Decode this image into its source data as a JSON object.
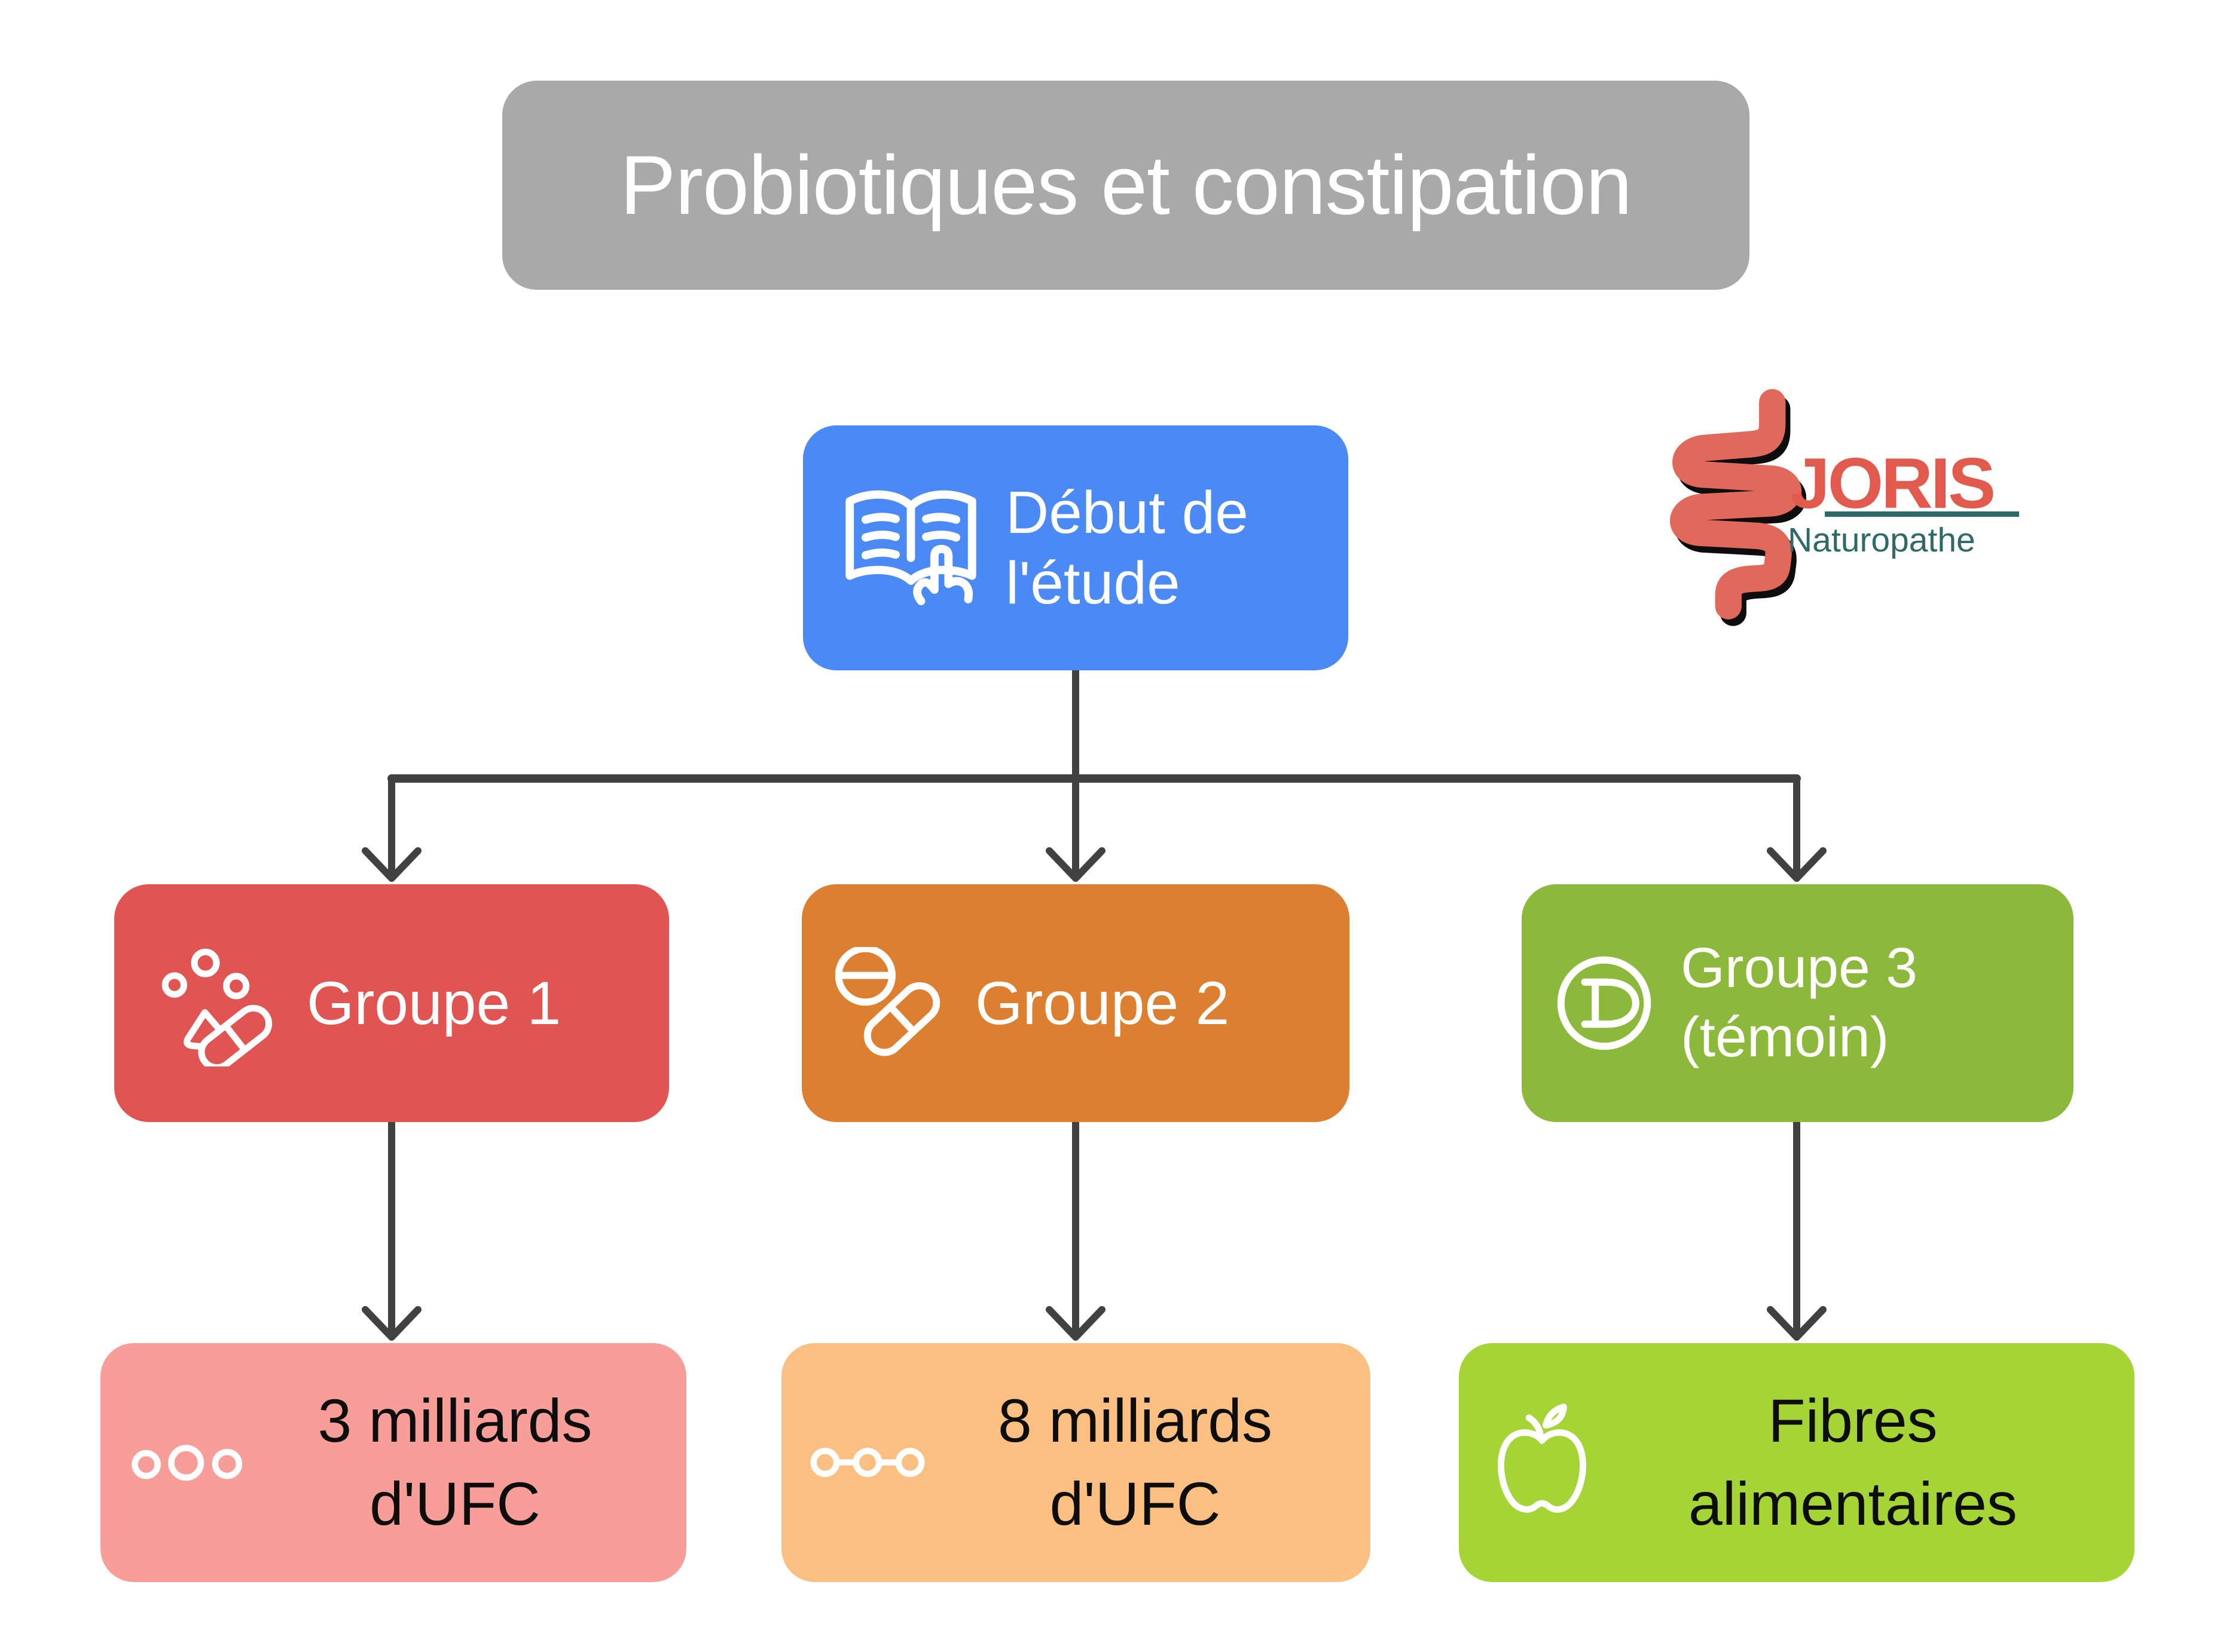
{
  "title": "Probiotiques et constipation",
  "brand": {
    "name": "JORIS",
    "tagline": "Naturopathe"
  },
  "flow": {
    "root": {
      "line1": "Début de",
      "line2": "l'étude",
      "icon": "open-book-icon"
    },
    "groups": [
      {
        "label": "Groupe 1",
        "sublabel": "",
        "icon": "probiotics-icon"
      },
      {
        "label": "Groupe 2",
        "sublabel": "",
        "icon": "pills-icon"
      },
      {
        "label": "Groupe 3",
        "sublabel": "(témoin)",
        "icon": "letter-d-badge-icon",
        "icon_letter": "D"
      }
    ],
    "outcomes": [
      {
        "line1": "3 milliards",
        "line2": "d'UFC",
        "icon": "three-dots-icon"
      },
      {
        "line1": "8 milliards",
        "line2": "d'UFC",
        "icon": "linked-dots-icon"
      },
      {
        "line1": "Fibres",
        "line2": "alimentaires",
        "icon": "apple-icon"
      }
    ]
  },
  "colors": {
    "title_bg": "#a9a9a9",
    "root_bg": "#4b8af5",
    "group1_bg": "#e05452",
    "group2_bg": "#dd7f31",
    "group3_bg": "#8cb93c",
    "outcome1_bg": "#f89e99",
    "outcome2_bg": "#fbbf82",
    "outcome3_bg": "#a5d437",
    "connector": "#414141",
    "icon_stroke": "#ffffff",
    "text_light": "#ffffff",
    "text_dark": "#0d0d0d",
    "brand_red": "#e2594d",
    "brand_intestine": "#e0695c",
    "brand_shadow": "#0d0d0d",
    "brand_teal": "#2e6b66"
  }
}
